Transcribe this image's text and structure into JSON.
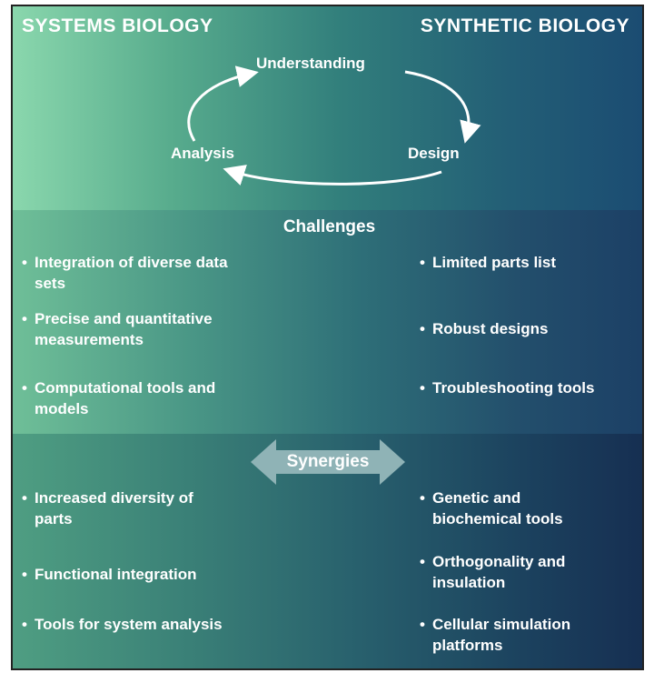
{
  "header": {
    "left_title": "SYSTEMS BIOLOGY",
    "right_title": "SYNTHETIC BIOLOGY"
  },
  "cycle": {
    "top": "Understanding",
    "left": "Analysis",
    "right": "Design"
  },
  "challenges": {
    "title": "Challenges",
    "left": [
      "Integration of diverse data sets",
      "Precise and quantitative measurements",
      "Computational tools and models"
    ],
    "right": [
      "Limited parts list",
      "Robust designs",
      "Troubleshooting tools"
    ]
  },
  "synergies": {
    "title": "Synergies",
    "left": [
      "Increased diversity of parts",
      "Functional integration",
      "Tools for system analysis"
    ],
    "right": [
      "Genetic and biochemical tools",
      "Orthogonality and insulation",
      "Cellular simulation platforms"
    ]
  },
  "bullet": "•",
  "colors": {
    "text": "#ffffff",
    "arrow": "#8fb3b6"
  }
}
